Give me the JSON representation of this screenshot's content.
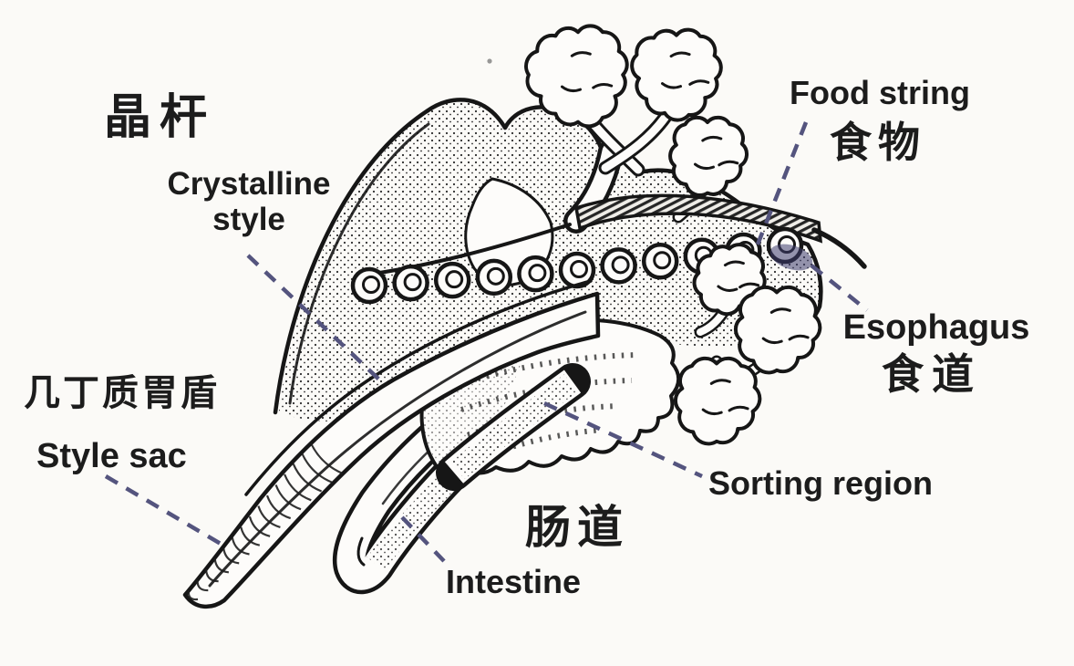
{
  "labels": {
    "crystalline_style": {
      "zh": "晶杆",
      "en_line1": "Crystalline",
      "en_line2": "style"
    },
    "food_string": {
      "en": "Food string",
      "zh": "食物"
    },
    "esophagus": {
      "en": "Esophagus",
      "zh": "食道"
    },
    "style_sac": {
      "zh": "几丁质胃盾",
      "en": "Style sac"
    },
    "sorting_region": {
      "en": "Sorting region"
    },
    "intestine": {
      "zh": "肠道",
      "en": "Intestine"
    }
  },
  "colors": {
    "ink": "#1c1c1c",
    "leader_dash": "#54547e",
    "background": "#fbfaf7"
  }
}
